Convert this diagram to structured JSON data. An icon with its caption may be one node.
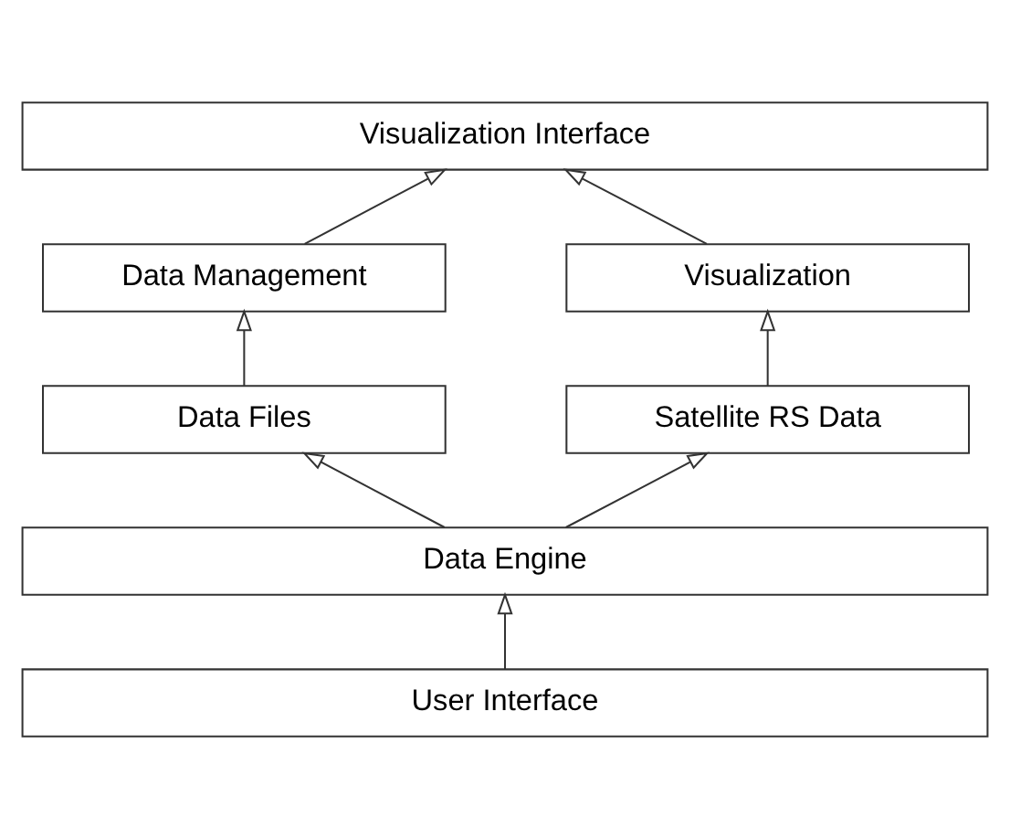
{
  "diagram": {
    "nodes": [
      {
        "text": [
          "Visualization Interface"
        ]
      },
      {
        "text": [
          "Data Management"
        ]
      },
      {
        "text": [
          "Visualization"
        ]
      },
      {
        "text": [
          "Data Files"
        ]
      },
      {
        "text": [
          "Satellite RS Data"
        ]
      },
      {
        "text": [
          "Data Engine"
        ]
      },
      {
        "text": [
          "User Interface"
        ]
      }
    ],
    "edges": [
      {
        "from": 1,
        "to": 0,
        "arrow": "to"
      },
      {
        "from": 2,
        "to": 0,
        "arrow": "to"
      },
      {
        "from": 3,
        "to": 1,
        "arrow": "to"
      },
      {
        "from": 4,
        "to": 2,
        "arrow": "to"
      },
      {
        "from": 5,
        "to": 3,
        "arrow": "to"
      },
      {
        "from": 5,
        "to": 4,
        "arrow": "to"
      },
      {
        "from": 6,
        "to": 5,
        "arrow": "to"
      }
    ]
  }
}
